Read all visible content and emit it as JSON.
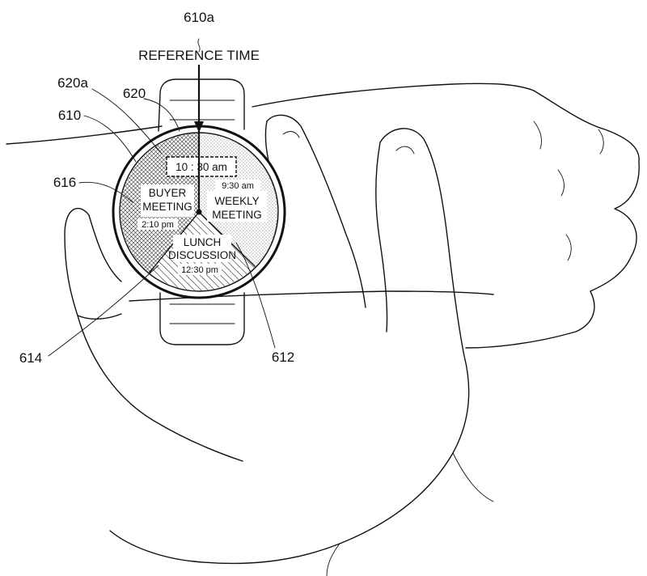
{
  "references": {
    "reference_time_ref": "610a",
    "reference_time_label": "REFERENCE TIME",
    "bezel_ref": "620a",
    "watch_ref": "620",
    "screen_ref": "610",
    "segment_buyer_ref": "616",
    "segment_lunch_ref": "614",
    "segment_weekly_ref": "612"
  },
  "watch_face": {
    "current_time": "10 : 30 am",
    "segments": [
      {
        "id": "weekly",
        "title_line1": "WEEKLY",
        "title_line2": "MEETING",
        "time": "9:30 am"
      },
      {
        "id": "lunch",
        "title_line1": "LUNCH",
        "title_line2": "DISCUSSION",
        "time": "12:30 pm"
      },
      {
        "id": "buyer",
        "title_line1": "BUYER",
        "title_line2": "MEETING",
        "time": "2:10 pm"
      }
    ]
  }
}
